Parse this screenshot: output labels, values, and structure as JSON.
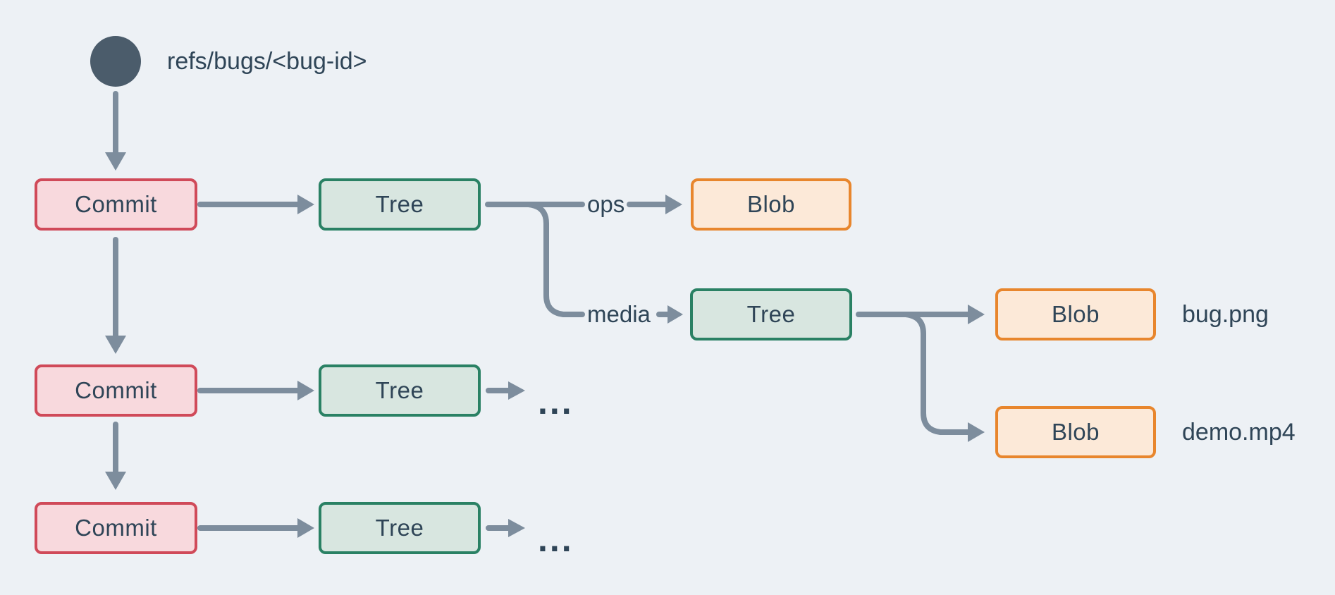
{
  "colors": {
    "background": "#edf1f5",
    "text": "#2f4557",
    "connector": "#7d8d9d",
    "ref_circle_fill": "#4b5c6b",
    "commit_fill": "#f8d9dd",
    "commit_border": "#d04a59",
    "tree_fill": "#d8e6e0",
    "tree_border": "#2a8164",
    "blob_fill": "#fce9d8",
    "blob_border": "#e8862d"
  },
  "ref": {
    "label": "refs/bugs/<bug-id>"
  },
  "nodes": {
    "commit1": {
      "label": "Commit"
    },
    "commit2": {
      "label": "Commit"
    },
    "commit3": {
      "label": "Commit"
    },
    "tree1": {
      "label": "Tree"
    },
    "tree2": {
      "label": "Tree"
    },
    "tree3": {
      "label": "Tree"
    },
    "tree_media": {
      "label": "Tree"
    },
    "blob_ops": {
      "label": "Blob"
    },
    "blob_bug": {
      "label": "Blob"
    },
    "blob_demo": {
      "label": "Blob"
    }
  },
  "edge_labels": {
    "ops": "ops",
    "media": "media"
  },
  "file_labels": {
    "bug": "bug.png",
    "demo": "demo.mp4"
  },
  "ellipsis": "..."
}
